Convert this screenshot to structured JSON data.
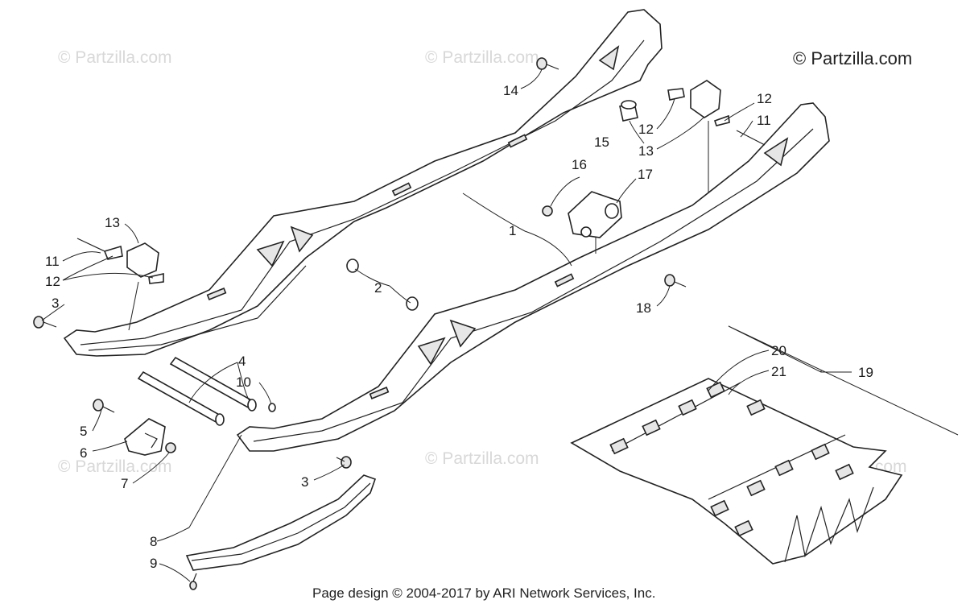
{
  "copyright": "© Partzilla.com",
  "watermark": "© Partzilla.com",
  "footer": "Page design © 2004-2017 by ARI Network Services, Inc.",
  "callouts": {
    "c1": "1",
    "c2": "2",
    "c3a": "3",
    "c3b": "3",
    "c4": "4",
    "c5": "5",
    "c6": "6",
    "c7": "7",
    "c8": "8",
    "c9": "9",
    "c10": "10",
    "c11a": "11",
    "c11b": "11",
    "c12a": "12",
    "c12b": "12",
    "c12c": "12",
    "c13a": "13",
    "c13b": "13",
    "c14": "14",
    "c15": "15",
    "c16": "16",
    "c17": "17",
    "c18": "18",
    "c19": "19",
    "c20": "20",
    "c21": "21"
  }
}
